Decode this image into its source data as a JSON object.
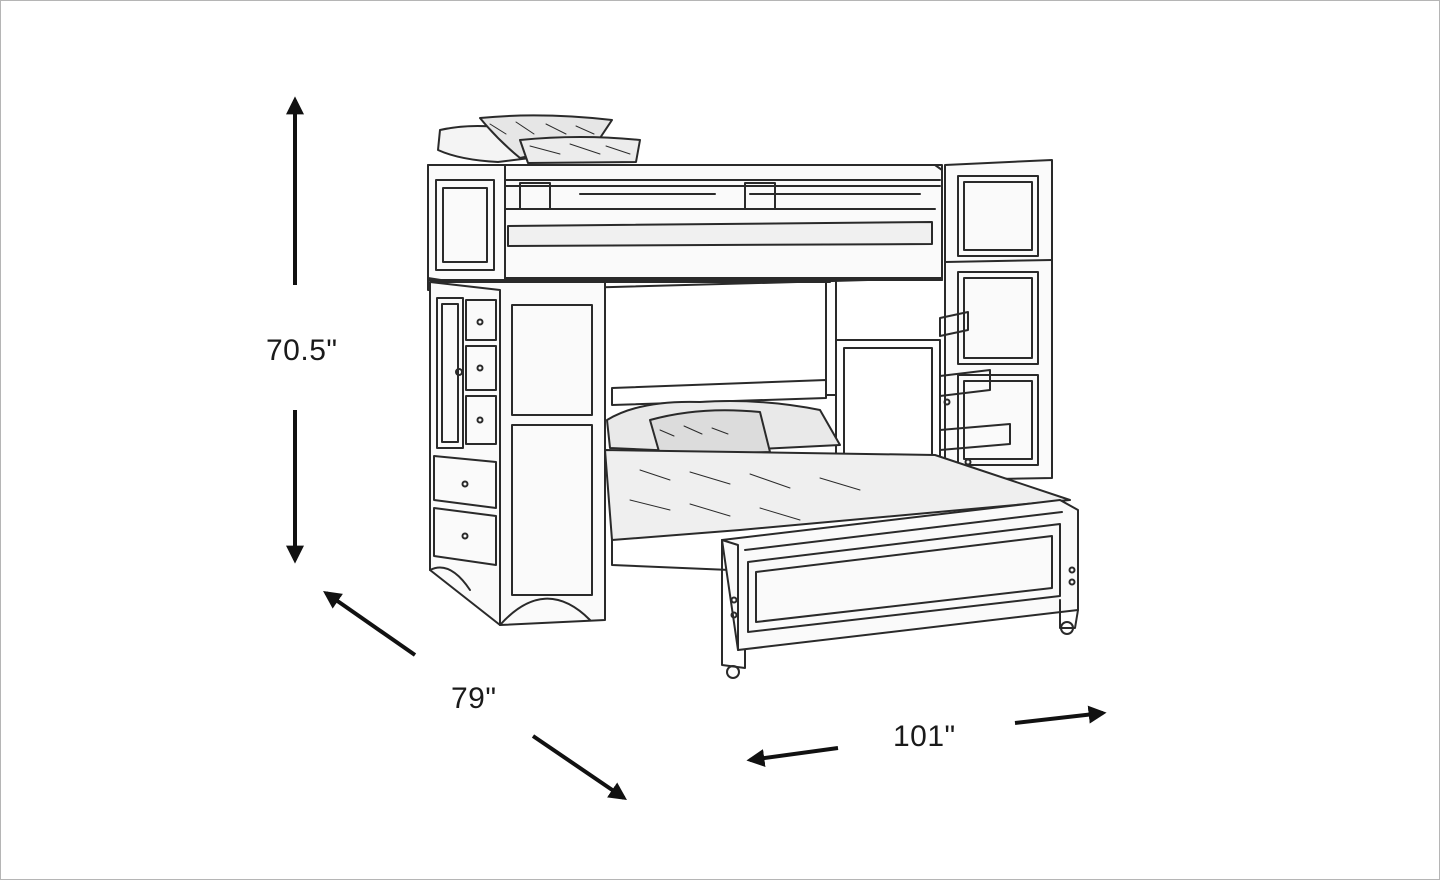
{
  "dimensions": {
    "height": "70.5\"",
    "depth": "79\"",
    "width": "101\""
  },
  "colors": {
    "line": "#2a2a2a",
    "arrow": "#111111",
    "background": "#ffffff",
    "frame": "#b5b5b5"
  }
}
